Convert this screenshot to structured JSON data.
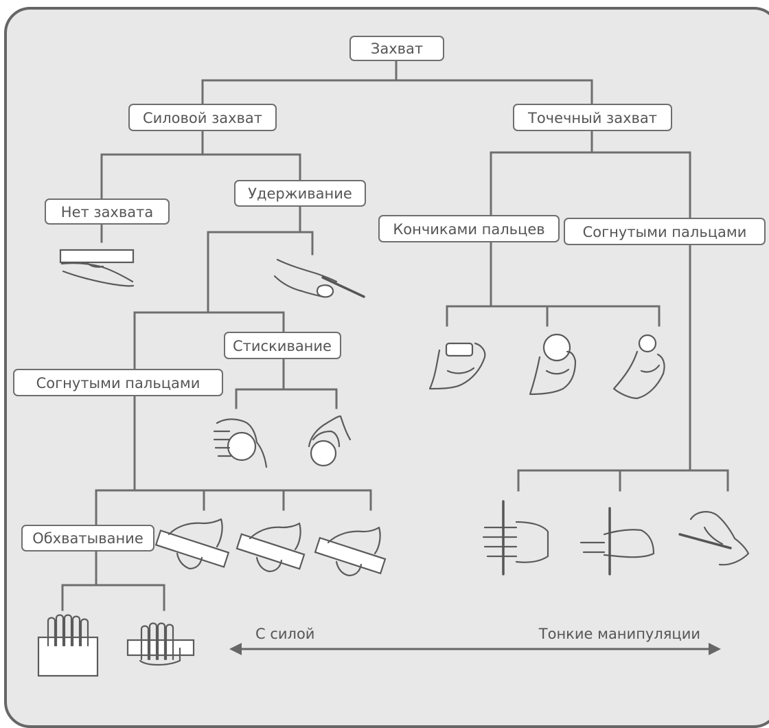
{
  "nodes": {
    "root": "Захват",
    "power": "Силовой захват",
    "precision": "Точечный захват",
    "no_grip": "Нет захвата",
    "holding": "Удерживание",
    "fingertips": "Кончиками пальцев",
    "bent_fingers_precision": "Согнутыми пальцами",
    "squeezing": "Стискивание",
    "bent_fingers_power": "Согнутыми пальцами",
    "wrapping": "Обхватывание"
  },
  "axis": {
    "left_label": "С силой",
    "right_label": "Тонкие манипуляции"
  },
  "colors": {
    "panel_background": "#e8e8e8",
    "frame": "#666666",
    "line": "#6e6e6e",
    "box": "#ffffff"
  }
}
